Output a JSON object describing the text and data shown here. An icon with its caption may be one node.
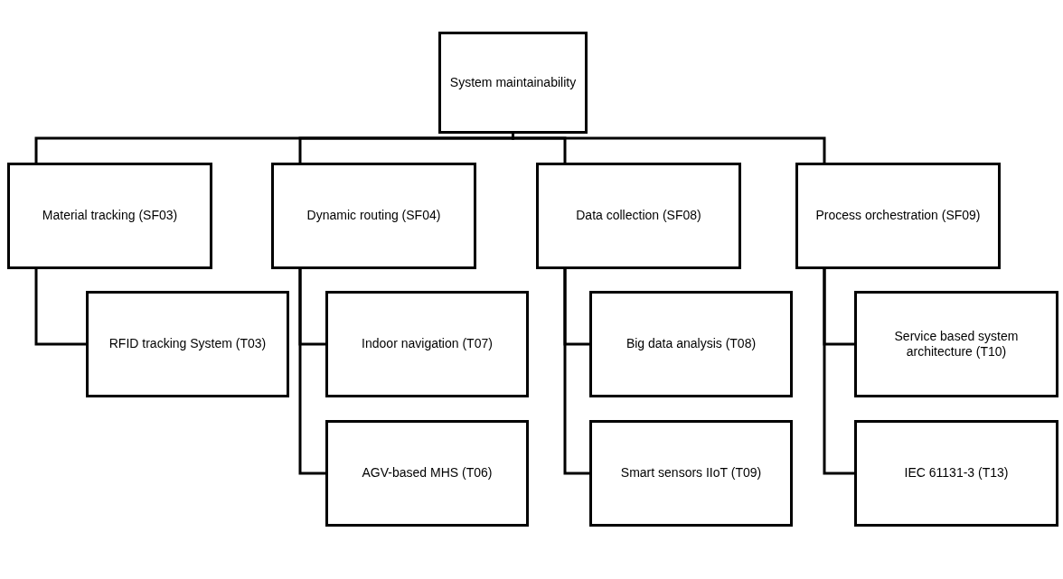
{
  "diagram": {
    "nodes": [
      {
        "text": [
          "System maintainability"
        ]
      },
      {
        "text": [
          "Material tracking (SF03)"
        ]
      },
      {
        "text": [
          "Dynamic routing (SF04)"
        ]
      },
      {
        "text": [
          "Data collection (SF08)"
        ]
      },
      {
        "text": [
          "Process orchestration (SF09)"
        ]
      },
      {
        "text": [
          "RFID tracking System (T03)"
        ]
      },
      {
        "text": [
          "Indoor navigation (T07)"
        ]
      },
      {
        "text": [
          "AGV-based MHS (T06)"
        ]
      },
      {
        "text": [
          "Big data analysis (T08)"
        ]
      },
      {
        "text": [
          "Smart sensors IIoT (T09)"
        ]
      },
      {
        "text": [
          "Service based system architecture (T10)"
        ]
      },
      {
        "text": [
          "IEC 61131-3 (T13)"
        ]
      }
    ],
    "edges": [
      {
        "from": 0,
        "to": 1,
        "arrow": "none"
      },
      {
        "from": 0,
        "to": 2,
        "arrow": "none"
      },
      {
        "from": 0,
        "to": 3,
        "arrow": "none"
      },
      {
        "from": 0,
        "to": 4,
        "arrow": "none"
      },
      {
        "from": 1,
        "to": 5,
        "arrow": "none"
      },
      {
        "from": 2,
        "to": 6,
        "arrow": "none"
      },
      {
        "from": 2,
        "to": 7,
        "arrow": "none"
      },
      {
        "from": 3,
        "to": 8,
        "arrow": "none"
      },
      {
        "from": 3,
        "to": 9,
        "arrow": "none"
      },
      {
        "from": 4,
        "to": 10,
        "arrow": "none"
      },
      {
        "from": 4,
        "to": 11,
        "arrow": "none"
      }
    ]
  }
}
